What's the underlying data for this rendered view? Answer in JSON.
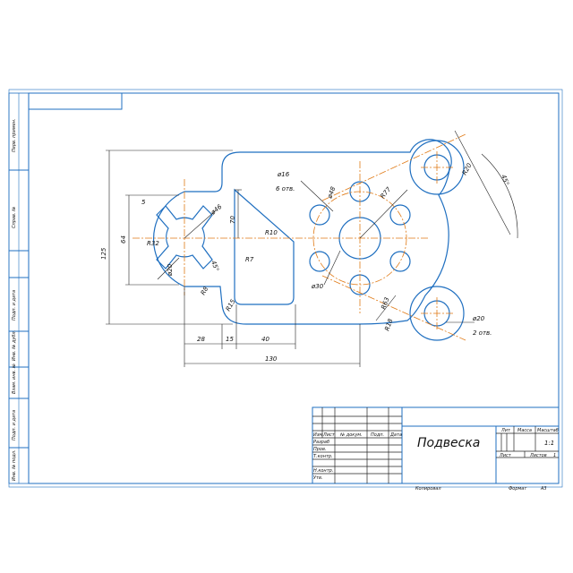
{
  "title_block": {
    "part_name": "Подвеска",
    "header_lit": "Лит",
    "header_mass": "Масса",
    "header_scale": "Масштаб",
    "scale_value": "1:1",
    "sheet_label": "Лист",
    "sheets_label": "Листов",
    "sheets_value": "1",
    "col_izm": "Изм",
    "col_list": "Лист",
    "col_doc": "№ докум.",
    "col_sign": "Подп.",
    "col_date": "Дата",
    "row_razrab": "Разраб",
    "row_prov": "Пров.",
    "row_tkontr": "Т.контр.",
    "row_nkontr": "Н.контр.",
    "row_utv": "Утв.",
    "copied": "Копировал",
    "format_label": "Формат",
    "format_value": "А3"
  },
  "side_labels": {
    "perv_primen": "Перв. примен.",
    "sprav": "Справ. №",
    "podp_data_1": "Подп. и дата",
    "inv_dubl": "Инв. № дубл.",
    "vzam_inv": "Взам. инв. №",
    "podp_data_2": "Подп. и дата",
    "inv_podl": "Инв. № подл."
  },
  "dimensions": {
    "d_125": "125",
    "d_64": "64",
    "d_5": "5",
    "r32": "R32",
    "d46": "ø46",
    "d20_left": "ø20",
    "ang_45": "45°",
    "r8": "R8",
    "d_70": "70",
    "r10": "R10",
    "r7": "R7",
    "r15": "R15",
    "d_28": "28",
    "d_15": "15",
    "d_40": "40",
    "d_130": "130",
    "d16": "ø16",
    "holes_6": "6 отв.",
    "d48": "ø48",
    "r77": "R77",
    "d30": "ø30",
    "r20": "R20",
    "ang_45b": "45°",
    "r63": "R63",
    "r18": "R18",
    "d20_right": "ø20",
    "holes_2": "2 отв."
  }
}
